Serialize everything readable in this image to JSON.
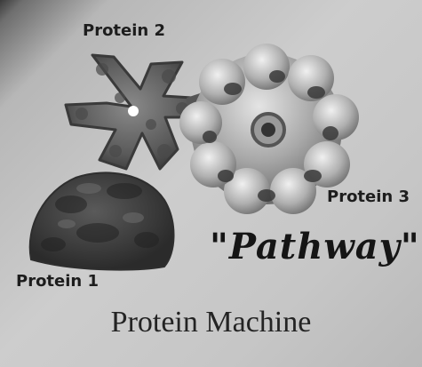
{
  "labels": {
    "protein_2": "Protein 2",
    "protein_3": "Protein 3",
    "protein_1": "Protein 1",
    "pathway": "\"Pathway\"",
    "title": "Protein Machine"
  }
}
